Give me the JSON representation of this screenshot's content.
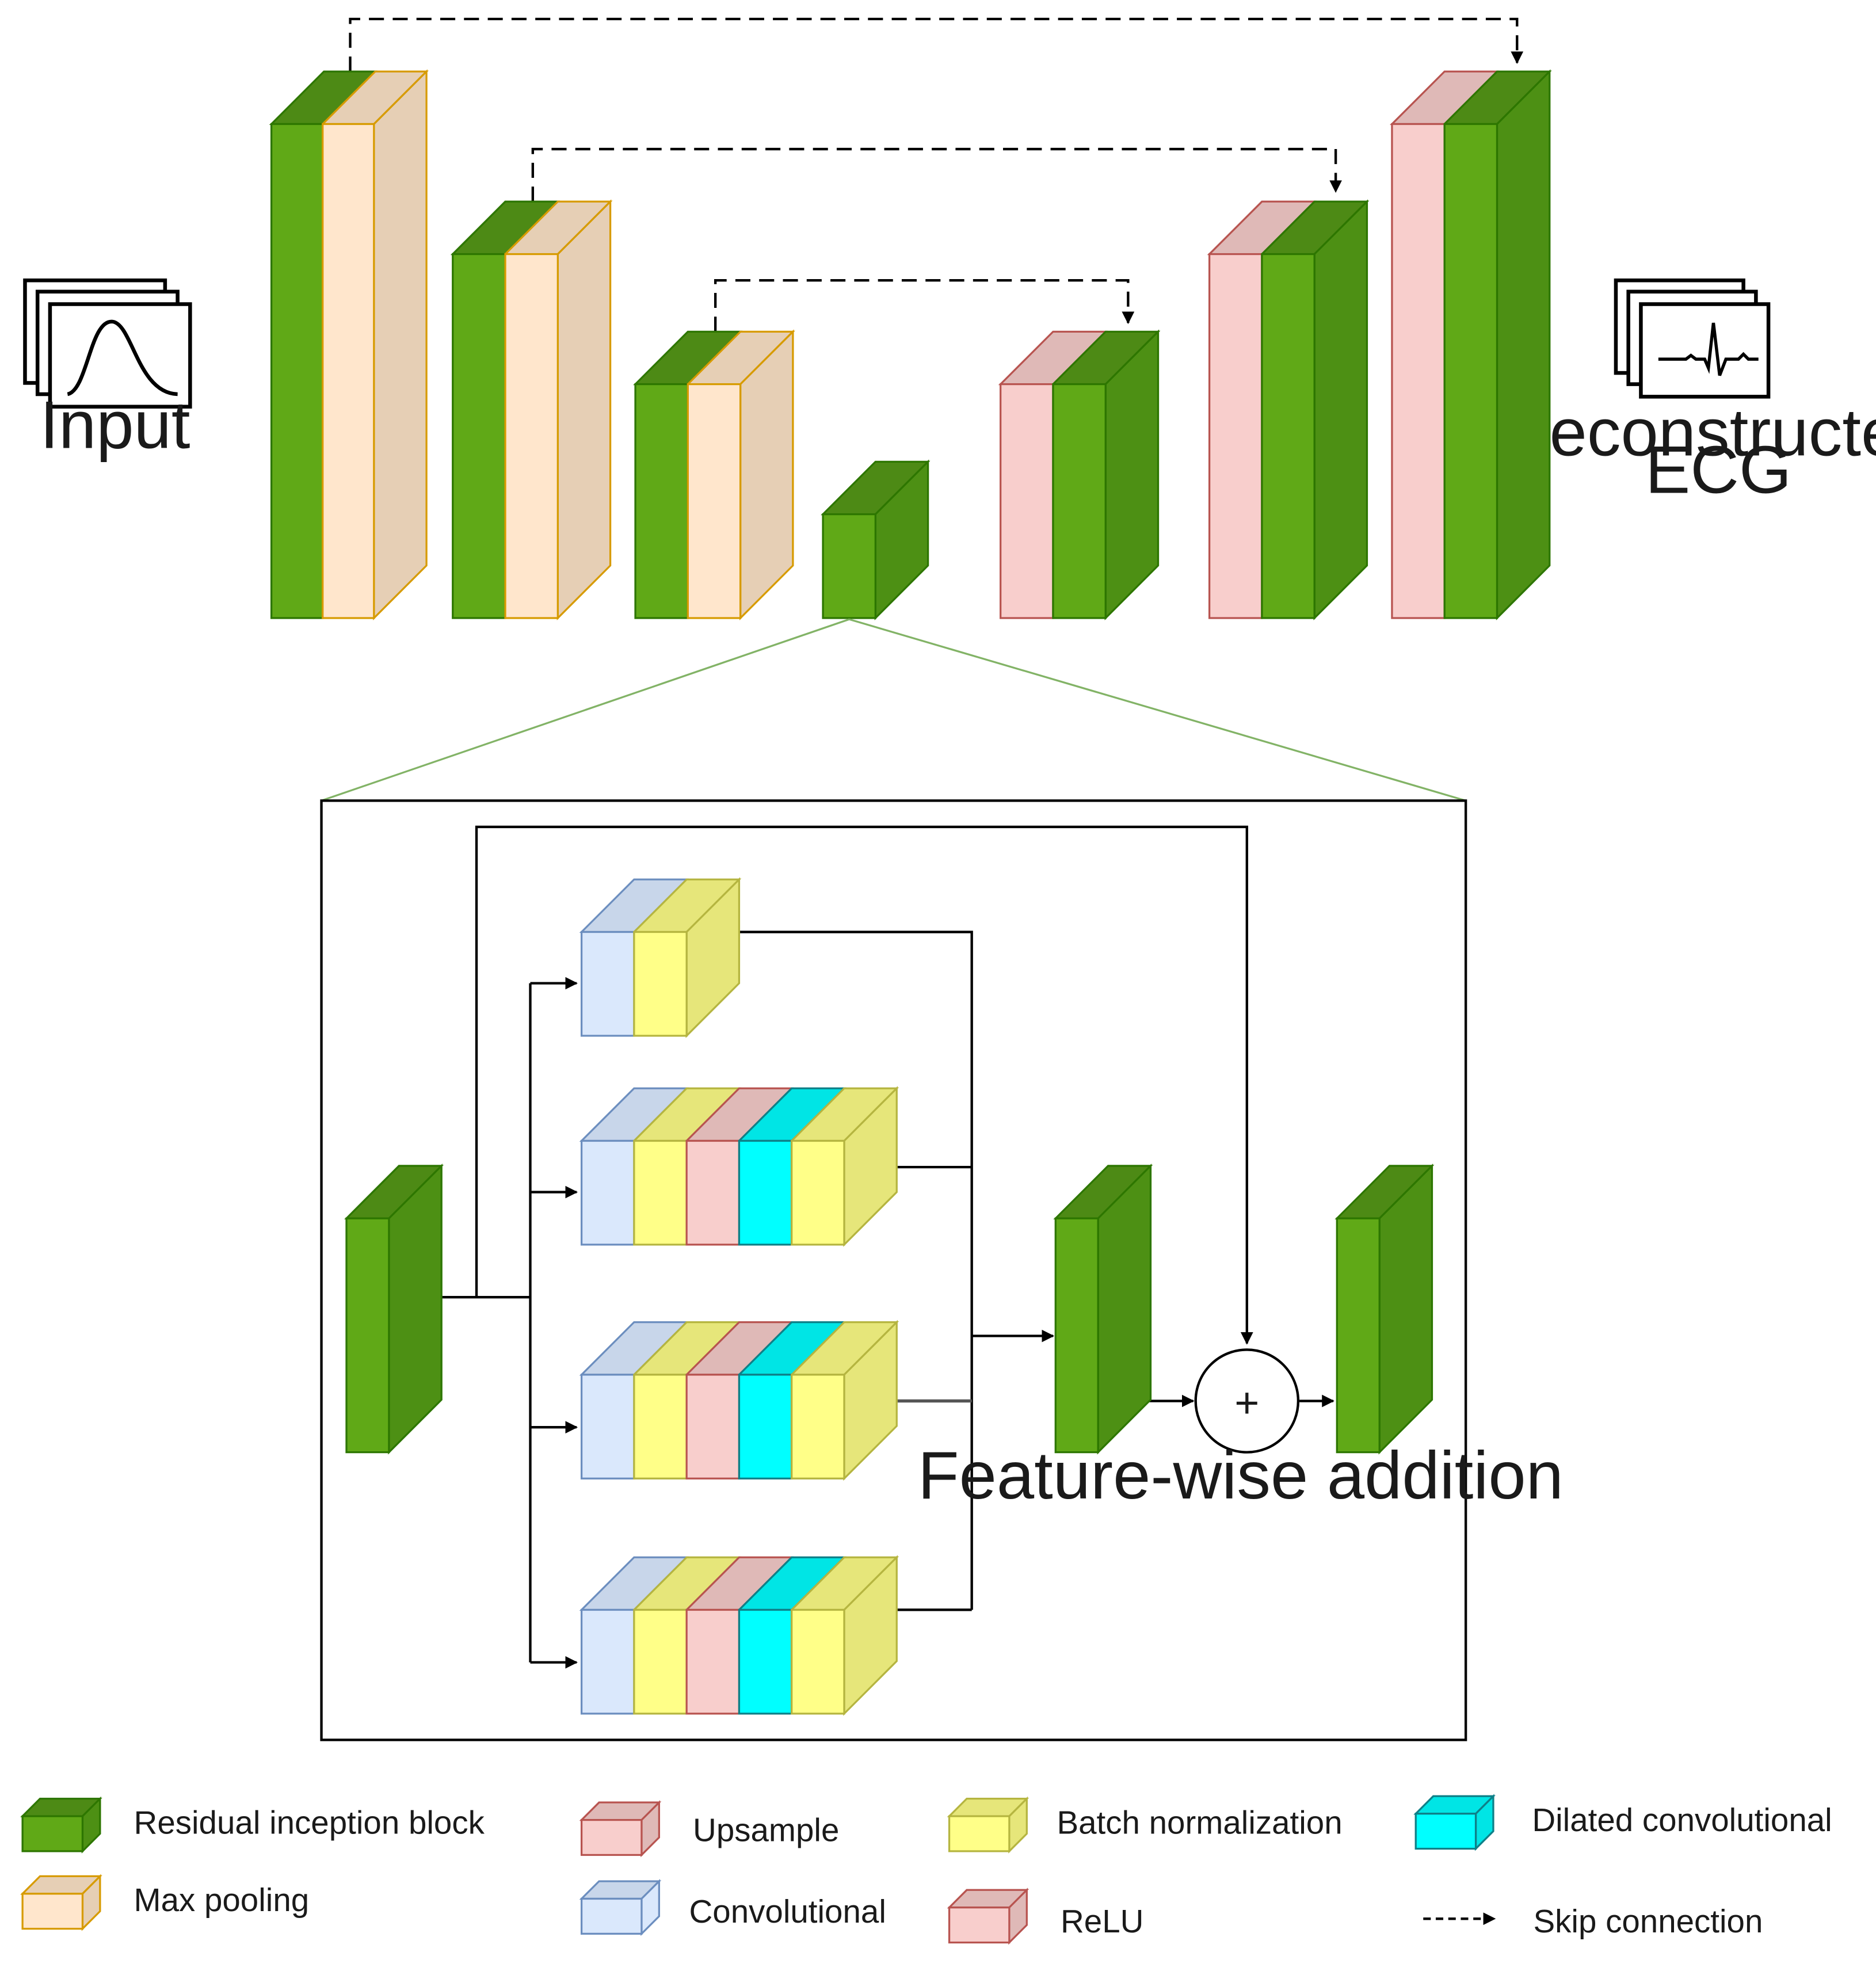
{
  "colors": {
    "residual_front": "#60a917",
    "residual_side": "#4d9014",
    "residual_top": "#4d8a15",
    "maxpool_front": "#ffe6cc",
    "maxpool_side": "#e6cfb5",
    "upsample_front": "#f8cecc",
    "upsample_side": "#dfb9b7",
    "conv_front": "#dae8fc",
    "conv_top": "#c8d6ea",
    "bn_front": "#ffff88",
    "bn_side": "#e6e67a",
    "relu_front": "#f8cecc",
    "dilated_front": "#00ffff",
    "dilated_side": "#00e5e5"
  },
  "labels": {
    "input": "Input",
    "output_line1": "Reconstructed",
    "output_line2": "ECG",
    "feature_wise": "Feature-wise addition",
    "plus": "+"
  },
  "legend": {
    "residual": "Residual inception block",
    "maxpool": "Max pooling",
    "upsample": "Upsample",
    "conv": "Convolutional",
    "bn": "Batch normalization",
    "relu": "ReLU",
    "dilated": "Dilated convolutional",
    "skip": "Skip connection"
  }
}
